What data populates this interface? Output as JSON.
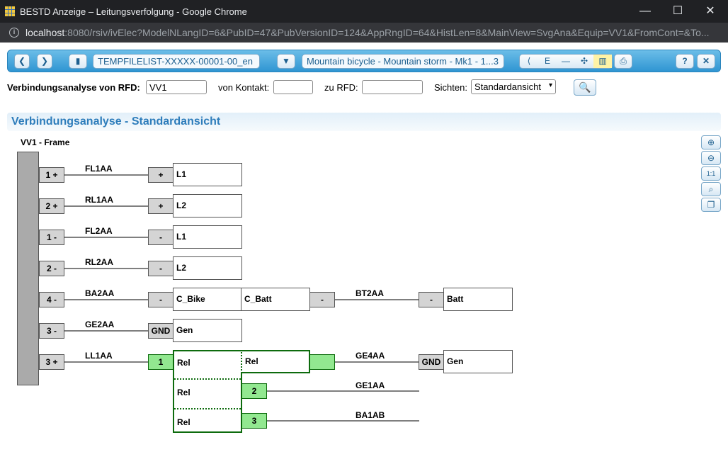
{
  "window": {
    "title": "BESTD Anzeige – Leitungsverfolgung - Google Chrome",
    "min_glyph": "—",
    "max_glyph": "☐",
    "close_glyph": "✕"
  },
  "address": {
    "host": "localhost",
    "path": ":8080/rsiv/ivElec?ModelNLangID=6&PubID=47&PubVersionID=124&AppRngID=64&HistLen=8&MainView=SvgAna&Equip=VV1&FromCont=&To..."
  },
  "toolbar": {
    "back_icon": "❮",
    "forward_icon": "❯",
    "book_icon": "▮",
    "file_list": "TEMPFILELIST-XXXXX-00001-00_en",
    "filter_icon": "▼",
    "vehicle": "Mountain bicycle - Mountain storm - Mk1 - 1...3",
    "view_icons": [
      "⟨",
      "E",
      "—",
      "✣",
      "▥"
    ],
    "print_icon": "⎙",
    "help_label": "?",
    "close_label": "✕"
  },
  "search": {
    "rfd_label": "Verbindungsanalyse von RFD:",
    "rfd_value": "VV1",
    "contact_label": "von Kontakt:",
    "contact_value": "",
    "to_rfd_label": "zu RFD:",
    "to_rfd_value": "",
    "views_label": "Sichten:",
    "views_selected": "Standardansicht",
    "search_icon": "🔍"
  },
  "section": {
    "title": "Verbindungsanalyse - Standardansicht"
  },
  "diagram": {
    "frame_label": "VV1 - Frame",
    "rows": [
      {
        "pin": "1 +",
        "wire": "FL1AA",
        "cpin": "+",
        "conn": "L1"
      },
      {
        "pin": "2 +",
        "wire": "RL1AA",
        "cpin": "+",
        "conn": "L2"
      },
      {
        "pin": "1 -",
        "wire": "FL2AA",
        "cpin": "-",
        "conn": "L1"
      },
      {
        "pin": "2 -",
        "wire": "RL2AA",
        "cpin": "-",
        "conn": "L2"
      },
      {
        "pin": "4 -",
        "wire": "BA2AA",
        "cpin": "-",
        "conn": "C_Bike",
        "conn2": "C_Batt",
        "cpin2": "-",
        "wire2": "BT2AA",
        "cpin3": "-",
        "conn3": "Batt"
      },
      {
        "pin": "3 -",
        "wire": "GE2AA",
        "cpin": "GND",
        "conn": "Gen"
      },
      {
        "pin": "3 +",
        "wire": "LL1AA",
        "cpin": "1",
        "conn": "Rel",
        "conn2": "Rel",
        "wire2": "GE4AA",
        "cpin3": "GND",
        "conn3": "Gen"
      }
    ],
    "relay": {
      "labels": [
        "Rel",
        "Rel",
        "Rel"
      ],
      "pin2": "2",
      "wire_ge1": "GE1AA",
      "pin3": "3",
      "wire_ba1": "BA1AB"
    }
  },
  "zoom": {
    "icons": [
      "⊕",
      "⊖",
      "1:1",
      "⌕",
      "❐"
    ]
  }
}
